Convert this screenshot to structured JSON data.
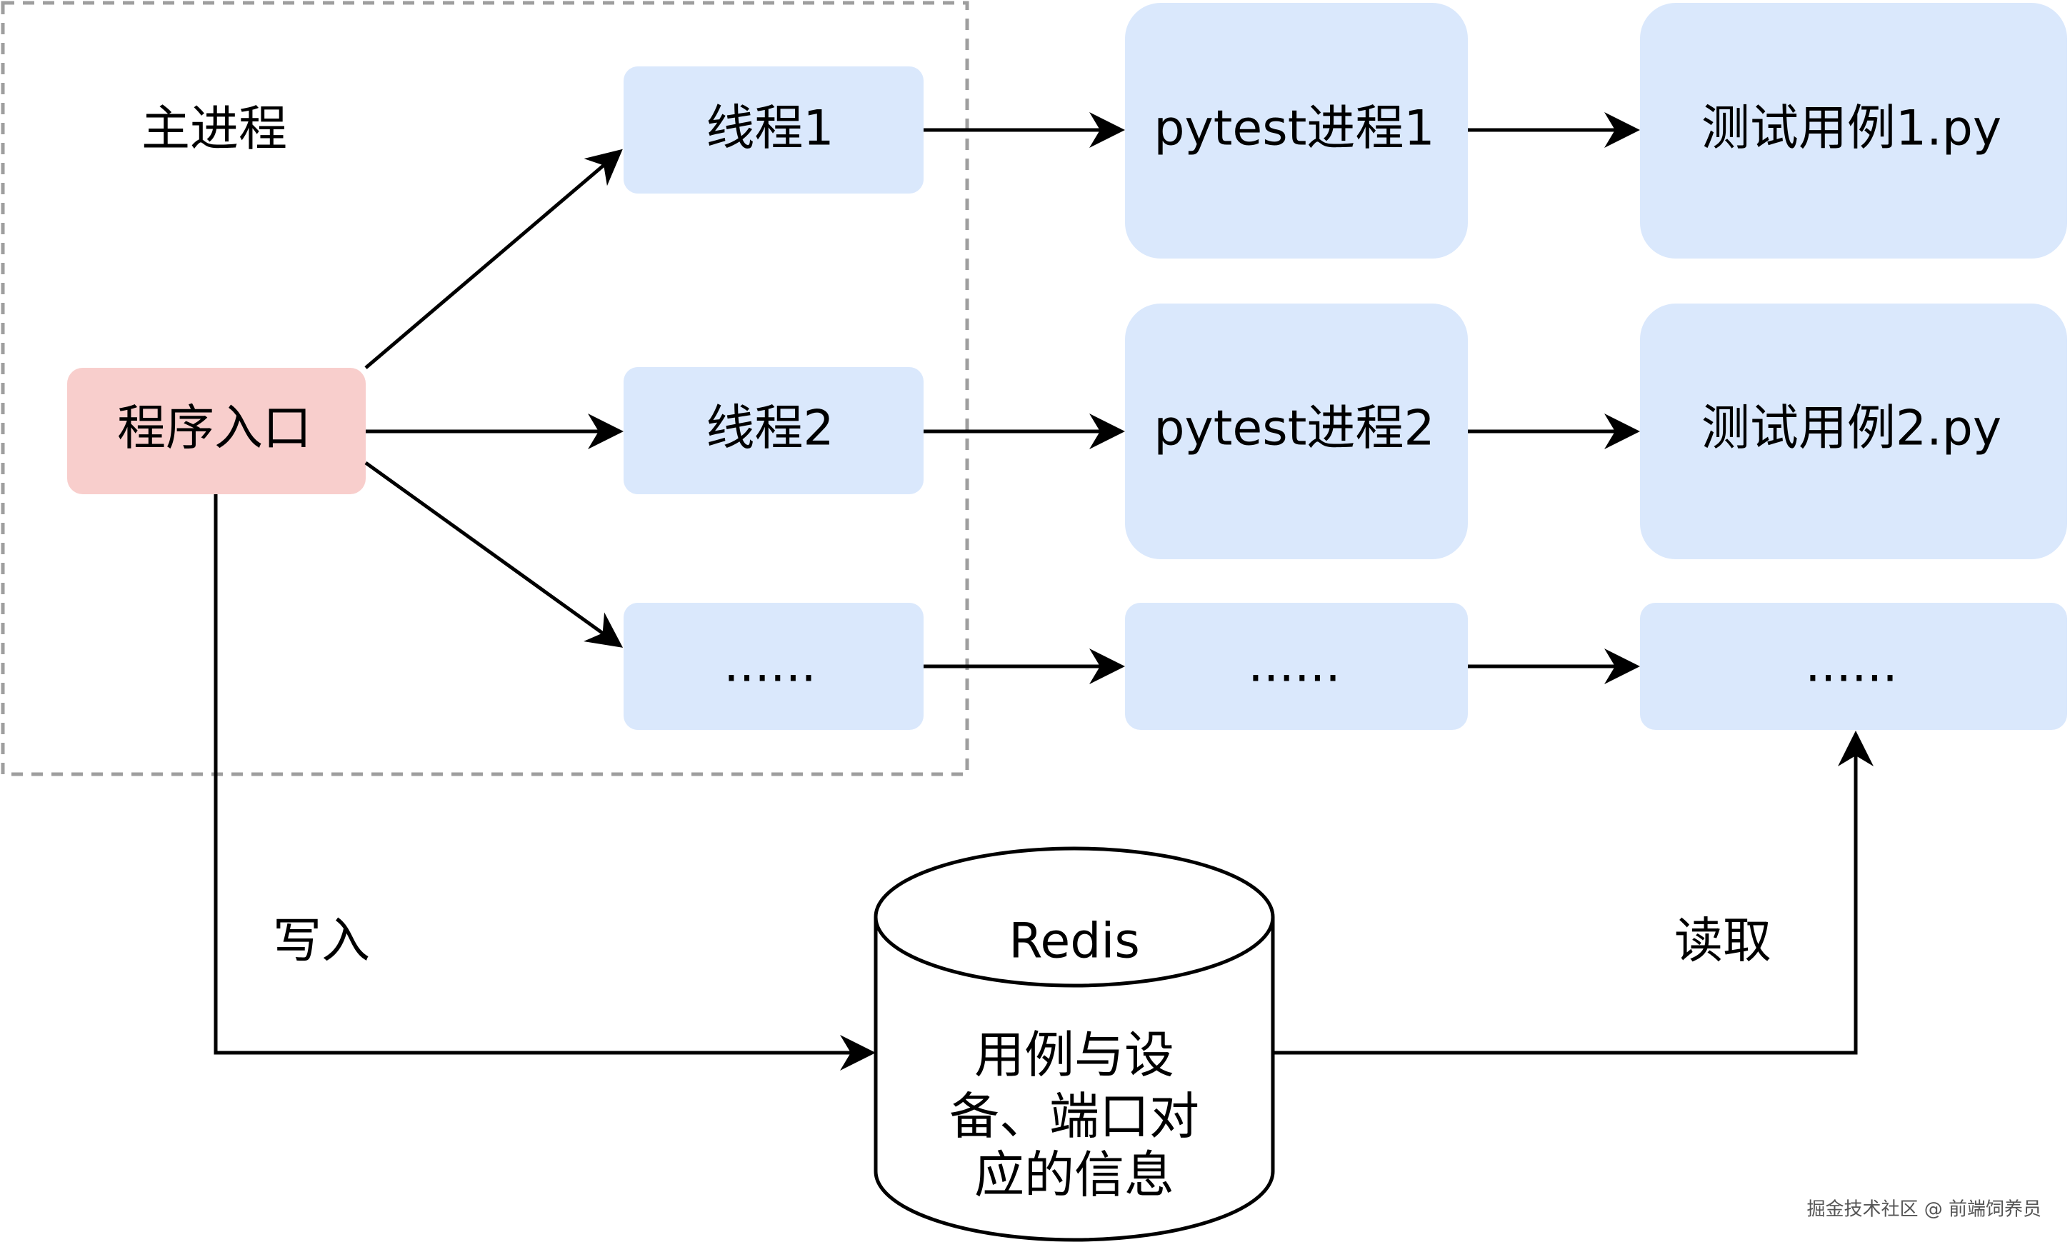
{
  "colors": {
    "blue_box": "#dae8fc",
    "red_box": "#f8cecc",
    "arrow": "#000000",
    "group_border": "#9e9e9e"
  },
  "diagram": {
    "main_process_label": "主进程",
    "entry": {
      "label": "程序入口"
    },
    "threads": [
      {
        "label": "线程1"
      },
      {
        "label": "线程2"
      },
      {
        "label": "......"
      }
    ],
    "pytest_processes": [
      {
        "label": "pytest进程1"
      },
      {
        "label": "pytest进程2"
      },
      {
        "label": "......"
      }
    ],
    "test_cases": [
      {
        "label": "测试用例1.py"
      },
      {
        "label": "测试用例2.py"
      },
      {
        "label": "......"
      }
    ],
    "redis": {
      "title": "Redis",
      "body_lines": [
        "用例与设",
        "备、端口对",
        "应的信息"
      ]
    },
    "write_label": "写入",
    "read_label": "读取"
  },
  "watermark": "掘金技术社区 @ 前端饲养员"
}
